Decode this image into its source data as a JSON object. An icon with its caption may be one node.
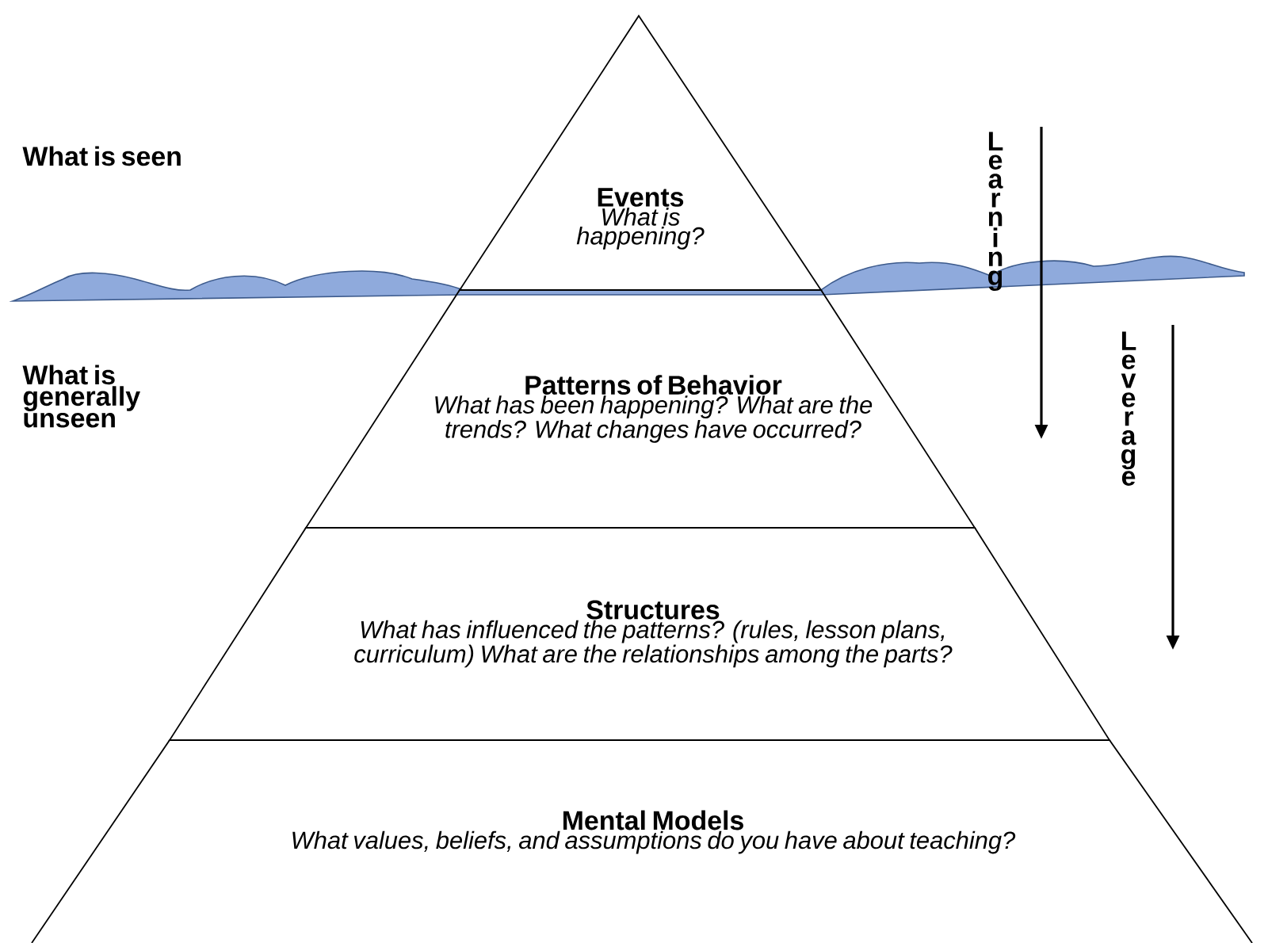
{
  "diagram": {
    "nodes": [
      {
        "text": [
          "Events",
          "What is happening?"
        ]
      },
      {
        "text": [
          "Patterns of Behavior",
          "What has been happening? What are the trends? What changes have occurred?"
        ]
      },
      {
        "text": [
          "Structures",
          "What has influenced the patterns? (rules, lesson plans, curriculum) What are the relationships among the parts?"
        ]
      },
      {
        "text": [
          "Mental Models",
          "What values, beliefs, and assumptions do you have about teaching?"
        ]
      }
    ],
    "labels": [
      "What is seen",
      "What is generally unseen",
      "Learning",
      "Leverage"
    ]
  }
}
